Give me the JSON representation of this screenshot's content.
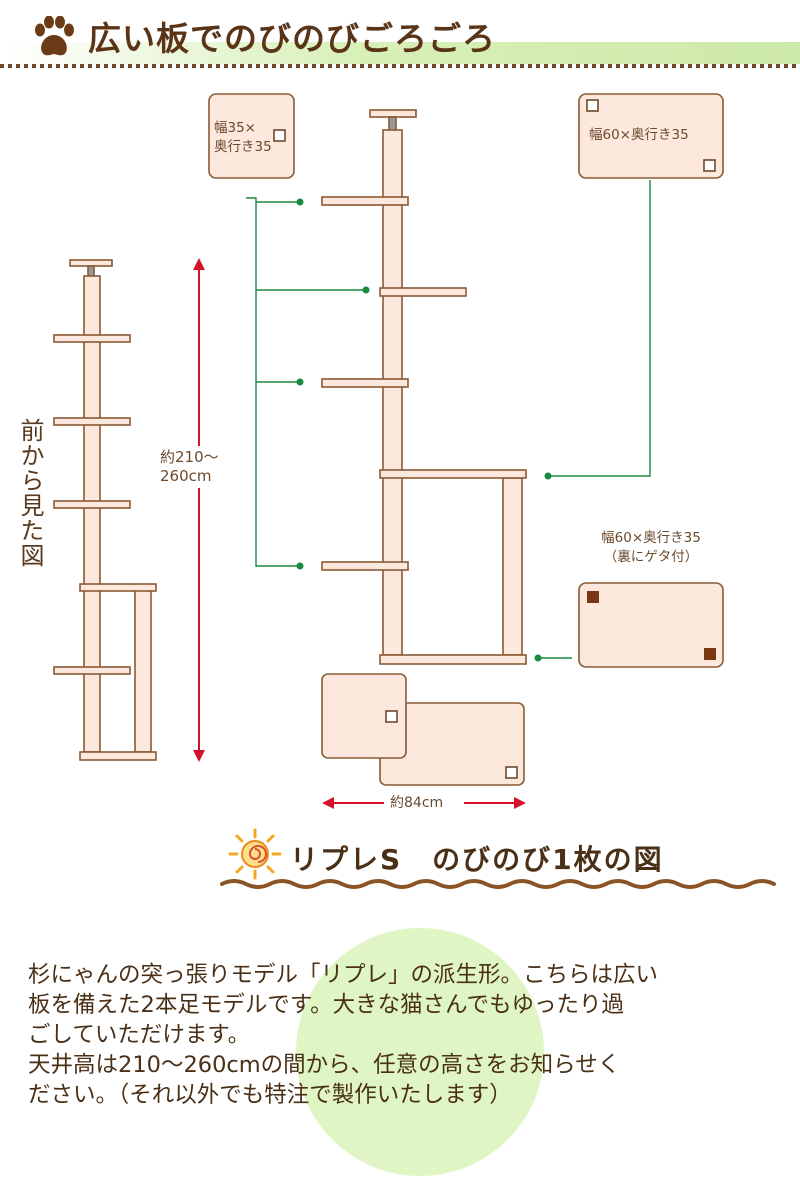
{
  "header": {
    "title": "広い板でのびのびごろごろ"
  },
  "diagram": {
    "front_view_label": "前から見た図",
    "height_label_line1": "約210～",
    "height_label_line2": "260cm",
    "width_label": "約84cm",
    "shelf_small_line1": "幅35×",
    "shelf_small_line2": "奥行き35",
    "shelf_large": "幅60×奥行き35",
    "base_line1": "幅60×奥行き35",
    "base_line2": "（裏にゲタ付）",
    "title": "リプレS　のびのび1枚の図"
  },
  "description": {
    "line1": "杉にゃんの突っ張りモデル「リプレ」の派生形。こちらは広い",
    "line2": "板を備えた2本足モデルです。大きな猫さんでもゆったり過",
    "line3": "ごしていただけます。",
    "line4": "天井高は210～260cmの間から、任意の高さをお知らせく",
    "line5": "ださい。（それ以外でも特注で製作いたします）"
  },
  "colors": {
    "wood": "#fce8dc",
    "outline": "#8a5a36",
    "leader": "#1a8a3c",
    "dimension": "#d4102a",
    "dots": "#6b4a2e",
    "header_band": "#d8f0b8",
    "circle": "#dff5c4"
  }
}
